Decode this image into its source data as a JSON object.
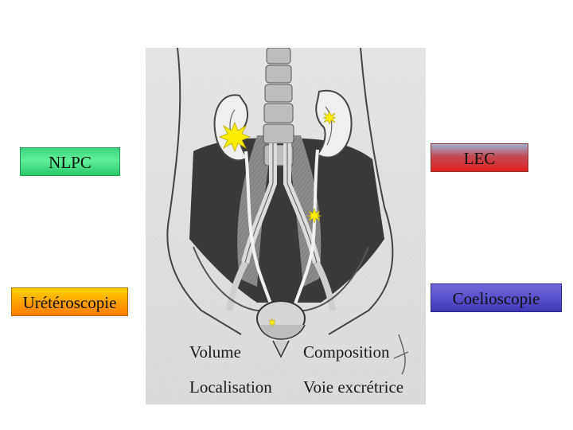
{
  "methods": {
    "nlpc": "NLPC",
    "lec": "LEC",
    "ureteroscopie": "Urétéroscopie",
    "coelioscopie": "Coelioscopie"
  },
  "criteria": {
    "volume": "Volume",
    "composition": "Composition",
    "localisation": "Localisation",
    "voie_excretrice": "Voie excrétrice"
  },
  "colors": {
    "nlpc": "#3cd67c",
    "lec": "#e2211c",
    "ureteroscopie": "#ff9a00",
    "coelioscopie": "#5a52cc",
    "stone": "#ffee00"
  },
  "stones": [
    {
      "location": "right-kidney",
      "size": "large"
    },
    {
      "location": "left-kidney",
      "size": "small"
    },
    {
      "location": "left-ureter",
      "size": "small"
    },
    {
      "location": "bladder",
      "size": "tiny"
    }
  ]
}
